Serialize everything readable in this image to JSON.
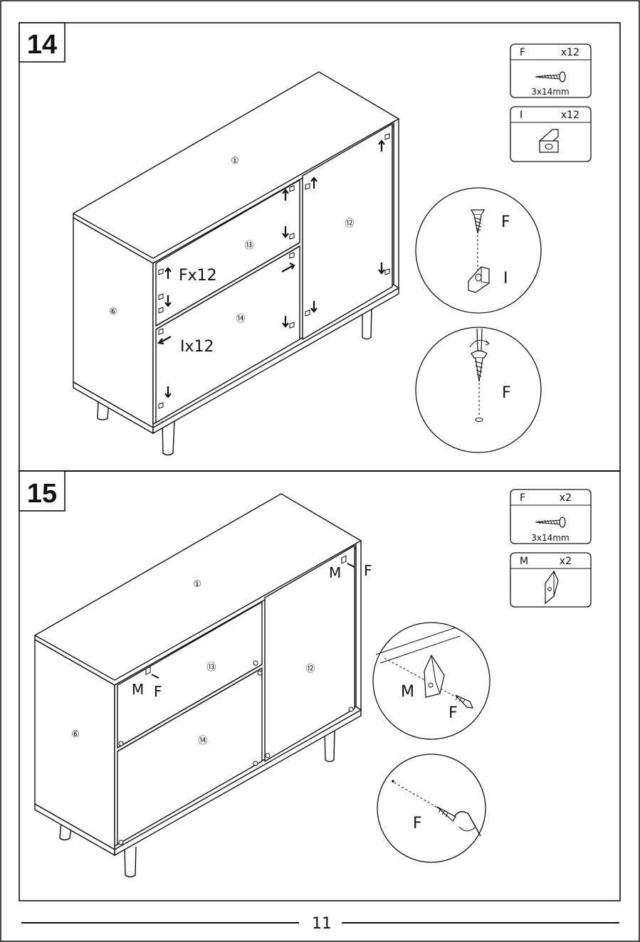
{
  "steps": [
    {
      "number": "14",
      "parts_box": [
        {
          "letter": "F",
          "qty": "x12",
          "size": "3x14mm",
          "icon": "screw-icon"
        },
        {
          "letter": "I",
          "qty": "x12",
          "icon": "hinge-bracket-icon"
        }
      ],
      "part_labels": {
        "top": "①",
        "right_door": "⑫",
        "upper_door": "⑬",
        "lower_door": "⑭",
        "side": "⑥"
      },
      "callouts": {
        "screws": "Fx12",
        "brackets": "Ix12"
      },
      "detail1": {
        "screw": "F",
        "bracket": "I"
      },
      "detail2": {
        "screw": "F"
      }
    },
    {
      "number": "15",
      "parts_box": [
        {
          "letter": "F",
          "qty": "x2",
          "size": "3x14mm",
          "icon": "screw-icon"
        },
        {
          "letter": "M",
          "qty": "x2",
          "icon": "angle-bracket-icon"
        }
      ],
      "part_labels": {
        "top": "①",
        "right_door": "⑫",
        "upper_door": "⑬",
        "lower_door": "⑭",
        "side": "⑥"
      },
      "callouts": {
        "bracket_right": "M",
        "screw_right": "F",
        "bracket_left": "M",
        "screw_left": "F"
      },
      "detail1": {
        "bracket": "M",
        "screw": "F"
      },
      "detail2": {
        "screw": "F"
      }
    }
  ],
  "page_number": "11"
}
